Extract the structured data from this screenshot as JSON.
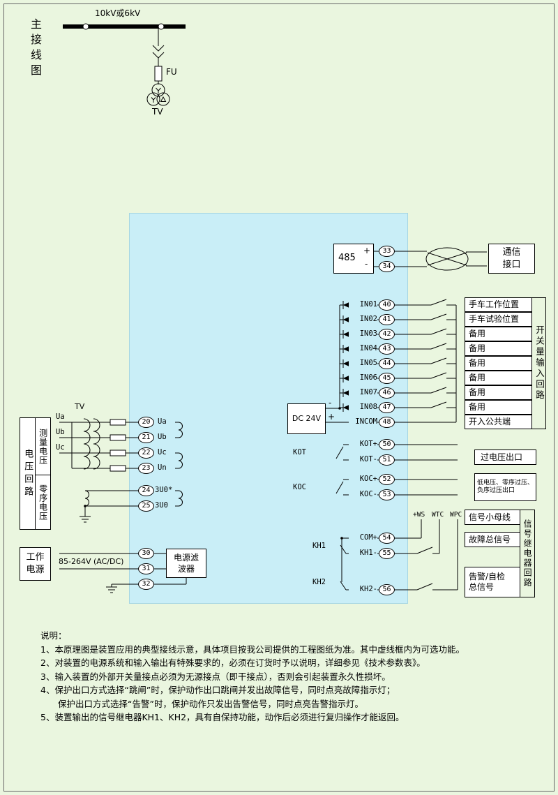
{
  "colors": {
    "page_bg": "#eaf6df",
    "device_bg": "#c9eef7"
  },
  "title": "主接线图",
  "incoming": {
    "busbar_label": "10kV或6kV",
    "fuse_label": "FU",
    "tv_label": "TV"
  },
  "comm": {
    "box_label": "485",
    "plus": "+",
    "minus": "-",
    "terminal_a": "33",
    "terminal_b": "34",
    "port_label": "通信\n接口"
  },
  "binary_inputs": {
    "dc_label": "DC 24V",
    "dc_minus": "-",
    "dc_plus": "+",
    "group_label": "开关量输入回路",
    "rows": [
      {
        "signal": "IN01",
        "terminal": "40",
        "desc": "手车工作位置"
      },
      {
        "signal": "IN02",
        "terminal": "41",
        "desc": "手车试验位置"
      },
      {
        "signal": "IN03",
        "terminal": "42",
        "desc": "备用"
      },
      {
        "signal": "IN04",
        "terminal": "43",
        "desc": "备用"
      },
      {
        "signal": "IN05",
        "terminal": "44",
        "desc": "备用"
      },
      {
        "signal": "IN06",
        "terminal": "45",
        "desc": "备用"
      },
      {
        "signal": "IN07",
        "terminal": "46",
        "desc": "备用"
      },
      {
        "signal": "IN08",
        "terminal": "47",
        "desc": "备用"
      },
      {
        "signal": "INCOM",
        "terminal": "48",
        "desc": "开入公共端"
      }
    ]
  },
  "outputs": {
    "kot_name": "KOT",
    "kot_plus": "KOT+",
    "kot_plus_terminal": "50",
    "kot_minus": "KOT-",
    "kot_minus_terminal": "51",
    "kot_desc": "过电压出口",
    "koc_name": "KOC",
    "koc_plus": "KOC+",
    "koc_plus_terminal": "52",
    "koc_minus": "KOC-",
    "koc_minus_terminal": "53",
    "koc_desc": "低电压、零序过压、\n负序过压出口"
  },
  "signals": {
    "bus_ws": "+WS",
    "bus_wtc": "WTC",
    "bus_wpc": "WPC",
    "com_label": "COM+",
    "com_terminal": "54",
    "kh1_name": "KH1",
    "kh1_label": "KH1-",
    "kh1_terminal": "55",
    "kh2_name": "KH2",
    "kh2_label": "KH2-",
    "kh2_terminal": "56",
    "desc_bus": "信号小母线",
    "desc_fault": "故障总信号",
    "desc_alarm": "告警/自检\n总信号",
    "group_label": "信号继电器回路"
  },
  "voltage": {
    "tv_label": "TV",
    "phase_a": "Ua",
    "phase_b": "Ub",
    "phase_c": "Uc",
    "group_label": "电压回路",
    "meas_label": "测量电压",
    "zero_label": "零序电压",
    "rows": [
      {
        "terminal": "20",
        "label": "Ua"
      },
      {
        "terminal": "21",
        "label": "Ub"
      },
      {
        "terminal": "22",
        "label": "Uc"
      },
      {
        "terminal": "23",
        "label": "Un"
      },
      {
        "terminal": "24",
        "label": "3U0*"
      },
      {
        "terminal": "25",
        "label": "3U0"
      }
    ]
  },
  "power": {
    "group_label": "工作\n电源",
    "range_label": "85-264V (AC/DC)",
    "terminal_1": "30",
    "terminal_2": "31",
    "terminal_3": "32",
    "filter_label": "电源滤\n波器"
  },
  "notes": {
    "heading": "说明：",
    "lines": [
      "1、本原理图是装置应用的典型接线示意，具体项目按我公司提供的工程图纸为准。其中虚线框内为可选功能。",
      "2、对装置的电源系统和输入输出有特殊要求的，必须在订货时予以说明，详细参见《技术参数表》。",
      "3、输入装置的外部开关量接点必须为无源接点（即干接点），否则会引起装置永久性损坏。",
      "4、保护出口方式选择“跳闸”时，保护动作出口跳闸并发出故障信号，同时点亮故障指示灯；",
      "　　保护出口方式选择“告警”时，保护动作只发出告警信号，同时点亮告警指示灯。",
      "5、装置输出的信号继电器KH1、KH2，具有自保持功能，动作后必须进行复归操作才能返回。"
    ]
  }
}
